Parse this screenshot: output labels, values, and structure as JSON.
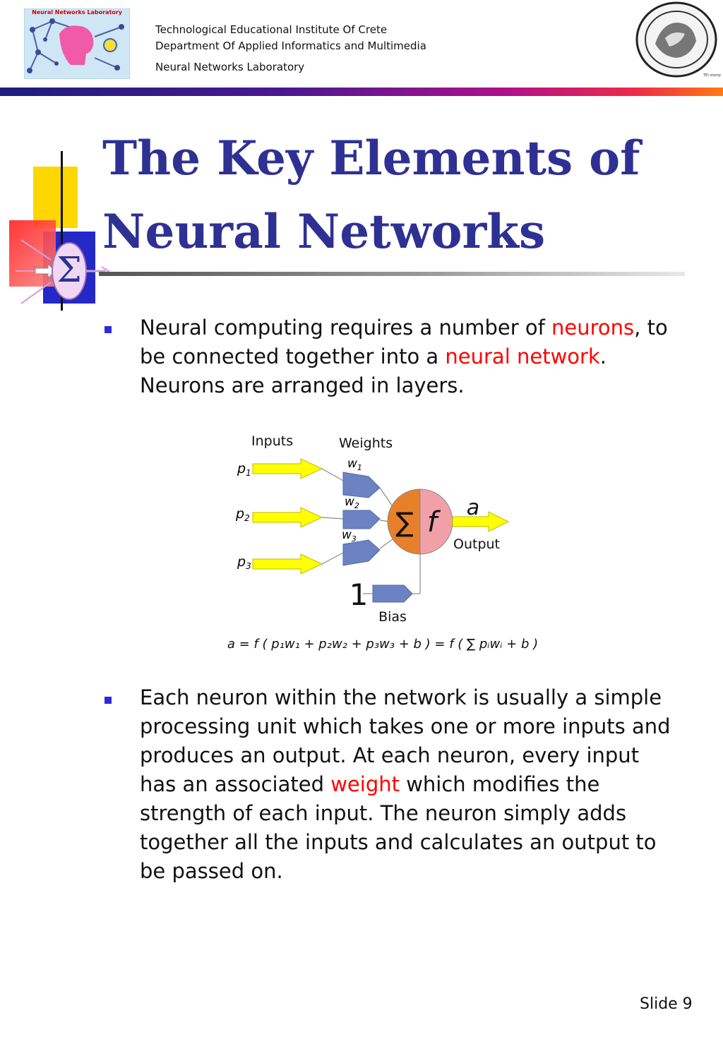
{
  "header": {
    "logo_text": "Neural Networks Laboratory",
    "institute": "Technological Educational Institute Of Crete",
    "department": "Department Of Applied Informatics and Multimedia",
    "lab": "Neural Networks Laboratory",
    "seal_caption": "TEI stamp"
  },
  "title": {
    "line1": "The Key Elements of",
    "line2": "Neural Networks"
  },
  "decor": {
    "sigma": "Σ"
  },
  "bullet1": {
    "t1": "Neural computing requires a number of ",
    "t2": "neurons",
    "t3": ", to",
    "t4": "be connected together into a ",
    "t5": "neural network",
    "t6": ".",
    "t7": "Neurons are arranged in layers."
  },
  "diagram": {
    "inputs_label": "Inputs",
    "weights_label": "Weights",
    "inputs": [
      {
        "sym": "p",
        "sub": "1"
      },
      {
        "sym": "p",
        "sub": "2"
      },
      {
        "sym": "p",
        "sub": "3"
      }
    ],
    "weights": [
      {
        "sym": "w",
        "sub": "1"
      },
      {
        "sym": "w",
        "sub": "2"
      },
      {
        "sym": "w",
        "sub": "3"
      }
    ],
    "sum_symbol": "∑",
    "func_symbol": "f",
    "output_symbol": "a",
    "output_label": "Output",
    "bias_value": "1",
    "bias_label": "Bias",
    "formula": "a = f ( p₁w₁ + p₂w₂ + p₃w₃ + b ) = f ( ∑ pᵢwᵢ + b )"
  },
  "bullet2": {
    "l1": "Each neuron within the network is usually a simple",
    "l2": "processing unit which takes one or more inputs and",
    "l3": "produces an output. At each neuron, every input",
    "l4a": "has an associated ",
    "l4b": "weight",
    "l4c": " which modifies the",
    "l5": "strength of each input. The neuron simply adds",
    "l6": "together all the inputs and calculates an output to",
    "l7": "be passed on."
  },
  "footer": {
    "slide": "Slide 9"
  },
  "colors": {
    "title": "#2e3192",
    "highlight": "#ff0000",
    "bullet": "#2b2bd6",
    "arrow_fill": "#ffff00",
    "weight_fill": "#6d82c2",
    "sum_fill": "#e8802a",
    "func_fill": "#f2a0a8"
  }
}
